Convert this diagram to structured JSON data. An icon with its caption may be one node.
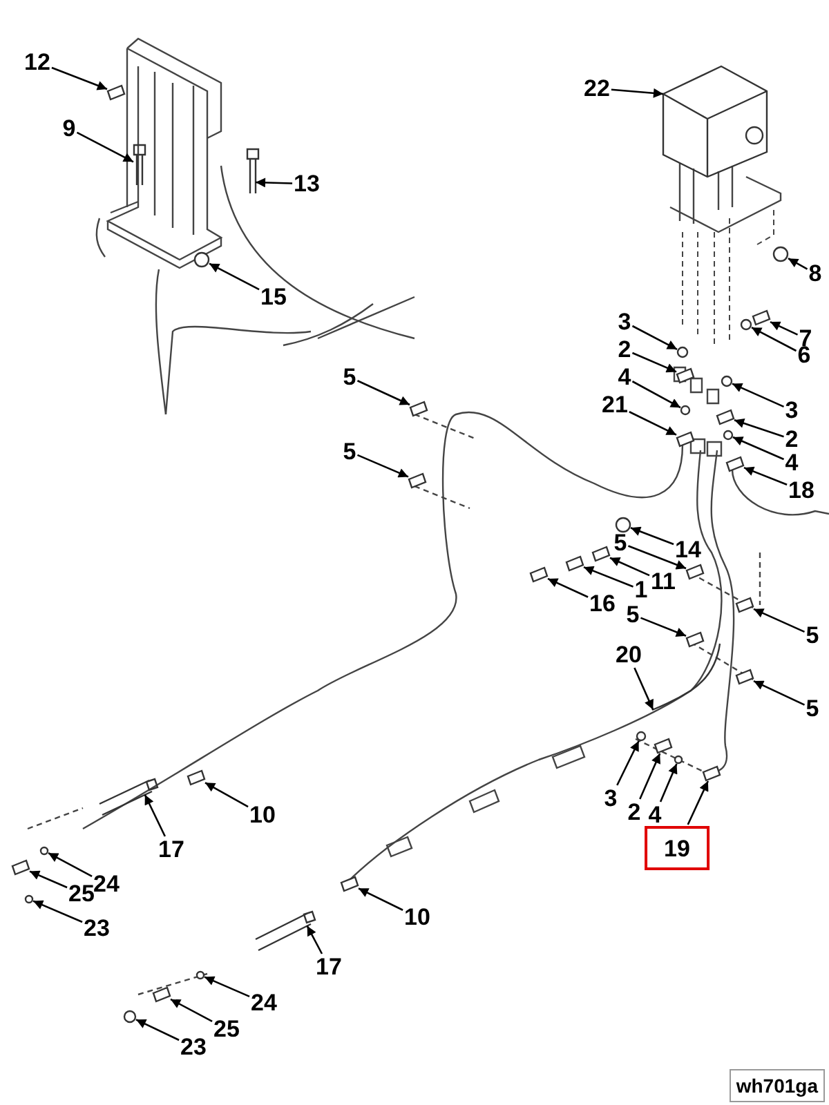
{
  "diagram": {
    "nodes": [
      {
        "text": [
          "12"
        ]
      },
      {
        "text": [
          "22"
        ]
      },
      {
        "text": [
          "9"
        ]
      },
      {
        "text": [
          "13"
        ]
      },
      {
        "text": [
          "8"
        ]
      },
      {
        "text": [
          "15"
        ]
      },
      {
        "text": [
          "3"
        ]
      },
      {
        "text": [
          "7"
        ]
      },
      {
        "text": [
          "2"
        ]
      },
      {
        "text": [
          "6"
        ]
      },
      {
        "text": [
          "5"
        ]
      },
      {
        "text": [
          "4"
        ]
      },
      {
        "text": [
          "21"
        ]
      },
      {
        "text": [
          "3"
        ]
      },
      {
        "text": [
          "2"
        ]
      },
      {
        "text": [
          "5"
        ]
      },
      {
        "text": [
          "4"
        ]
      },
      {
        "text": [
          "18"
        ]
      },
      {
        "text": [
          "5"
        ]
      },
      {
        "text": [
          "14"
        ]
      },
      {
        "text": [
          "11"
        ]
      },
      {
        "text": [
          "1"
        ]
      },
      {
        "text": [
          "16"
        ]
      },
      {
        "text": [
          "5"
        ]
      },
      {
        "text": [
          "5"
        ]
      },
      {
        "text": [
          "20"
        ]
      },
      {
        "text": [
          "5"
        ]
      },
      {
        "text": [
          "3"
        ]
      },
      {
        "text": [
          "10"
        ]
      },
      {
        "text": [
          "2"
        ]
      },
      {
        "text": [
          "4"
        ]
      },
      {
        "text": [
          "19"
        ]
      },
      {
        "text": [
          "17"
        ]
      },
      {
        "text": [
          "24"
        ]
      },
      {
        "text": [
          "25"
        ]
      },
      {
        "text": [
          "10"
        ]
      },
      {
        "text": [
          "23"
        ]
      },
      {
        "text": [
          "17"
        ]
      },
      {
        "text": [
          "24"
        ]
      },
      {
        "text": [
          "25"
        ]
      },
      {
        "text": [
          "23"
        ]
      },
      {
        "text": [],
        "shape": "picture"
      },
      {
        "text": [],
        "shape": "picture"
      },
      {
        "text": [],
        "shape": "picture"
      },
      {
        "text": [],
        "shape": "picture"
      },
      {
        "text": [],
        "shape": "circle"
      },
      {
        "text": [],
        "shape": "circle"
      },
      {
        "text": [],
        "shape": "circle"
      },
      {
        "text": [],
        "shape": "picture"
      },
      {
        "text": [],
        "shape": "picture"
      },
      {
        "text": [],
        "shape": "circle"
      },
      {
        "text": [],
        "shape": "picture"
      },
      {
        "text": [],
        "shape": "circle"
      },
      {
        "text": [],
        "shape": "picture"
      },
      {
        "text": [],
        "shape": "circle"
      },
      {
        "text": [],
        "shape": "picture"
      },
      {
        "text": [],
        "shape": "picture"
      },
      {
        "text": [],
        "shape": "circle"
      },
      {
        "text": [],
        "shape": "picture"
      },
      {
        "text": [],
        "shape": "picture"
      },
      {
        "text": [],
        "shape": "circle"
      },
      {
        "text": [],
        "shape": "picture"
      },
      {
        "text": [],
        "shape": "picture"
      },
      {
        "text": [],
        "shape": "picture"
      },
      {
        "text": [],
        "shape": "picture"
      },
      {
        "text": [],
        "shape": "picture"
      },
      {
        "text": [],
        "shape": "picture"
      },
      {
        "text": [],
        "shape": "picture"
      },
      {
        "text": [],
        "shape": "circle"
      },
      {
        "text": [],
        "shape": "picture"
      },
      {
        "text": [],
        "shape": "picture"
      },
      {
        "text": [],
        "shape": "circle"
      },
      {
        "text": [],
        "shape": "picture"
      },
      {
        "text": [],
        "shape": "picture"
      },
      {
        "text": [],
        "shape": "circle"
      },
      {
        "text": [],
        "shape": "picture"
      },
      {
        "text": [],
        "shape": "picture"
      },
      {
        "text": [],
        "shape": "circle"
      },
      {
        "text": [],
        "shape": "picture"
      },
      {
        "text": [],
        "shape": "circle"
      },
      {
        "text": [],
        "shape": "picture"
      },
      {
        "text": [],
        "shape": "circle"
      }
    ],
    "edges": [
      {
        "from": 0,
        "to": 41,
        "arrow": "to"
      },
      {
        "from": 1,
        "to": 42,
        "arrow": "to"
      },
      {
        "from": 2,
        "to": 43,
        "arrow": "to"
      },
      {
        "from": 3,
        "to": 44,
        "arrow": "to"
      },
      {
        "from": 4,
        "to": 45,
        "arrow": "to"
      },
      {
        "from": 5,
        "to": 46,
        "arrow": "to"
      },
      {
        "from": 6,
        "to": 47,
        "arrow": "to"
      },
      {
        "from": 7,
        "to": 48,
        "arrow": "to"
      },
      {
        "from": 8,
        "to": 49,
        "arrow": "to"
      },
      {
        "from": 9,
        "to": 50,
        "arrow": "to"
      },
      {
        "from": 10,
        "to": 51,
        "arrow": "to"
      },
      {
        "from": 11,
        "to": 52,
        "arrow": "to"
      },
      {
        "from": 12,
        "to": 53,
        "arrow": "to"
      },
      {
        "from": 13,
        "to": 54,
        "arrow": "to"
      },
      {
        "from": 14,
        "to": 55,
        "arrow": "to"
      },
      {
        "from": 15,
        "to": 56,
        "arrow": "to"
      },
      {
        "from": 16,
        "to": 57,
        "arrow": "to"
      },
      {
        "from": 17,
        "to": 58,
        "arrow": "to"
      },
      {
        "from": 18,
        "to": 59,
        "arrow": "to"
      },
      {
        "from": 19,
        "to": 60,
        "arrow": "to"
      },
      {
        "from": 20,
        "to": 61,
        "arrow": "to"
      },
      {
        "from": 21,
        "to": 62,
        "arrow": "to"
      },
      {
        "from": 22,
        "to": 63,
        "arrow": "to"
      },
      {
        "from": 23,
        "to": 64,
        "arrow": "to"
      },
      {
        "from": 24,
        "to": 65,
        "arrow": "to"
      },
      {
        "from": 25,
        "to": 66,
        "arrow": "to"
      },
      {
        "from": 26,
        "to": 67,
        "arrow": "to"
      },
      {
        "from": 27,
        "to": 68,
        "arrow": "to"
      },
      {
        "from": 28,
        "to": 69,
        "arrow": "to"
      },
      {
        "from": 29,
        "to": 70,
        "arrow": "to"
      },
      {
        "from": 30,
        "to": 71,
        "arrow": "to"
      },
      {
        "from": 31,
        "to": 72,
        "arrow": "to"
      },
      {
        "from": 32,
        "to": 73,
        "arrow": "to"
      },
      {
        "from": 33,
        "to": 74,
        "arrow": "to"
      },
      {
        "from": 34,
        "to": 75,
        "arrow": "to"
      },
      {
        "from": 35,
        "to": 76,
        "arrow": "to"
      },
      {
        "from": 36,
        "to": 77,
        "arrow": "to"
      },
      {
        "from": 37,
        "to": 78,
        "arrow": "to"
      },
      {
        "from": 38,
        "to": 79,
        "arrow": "to"
      },
      {
        "from": 39,
        "to": 80,
        "arrow": "to"
      },
      {
        "from": 40,
        "to": 81,
        "arrow": "to"
      }
    ],
    "labels": [
      "wh701ga"
    ]
  }
}
